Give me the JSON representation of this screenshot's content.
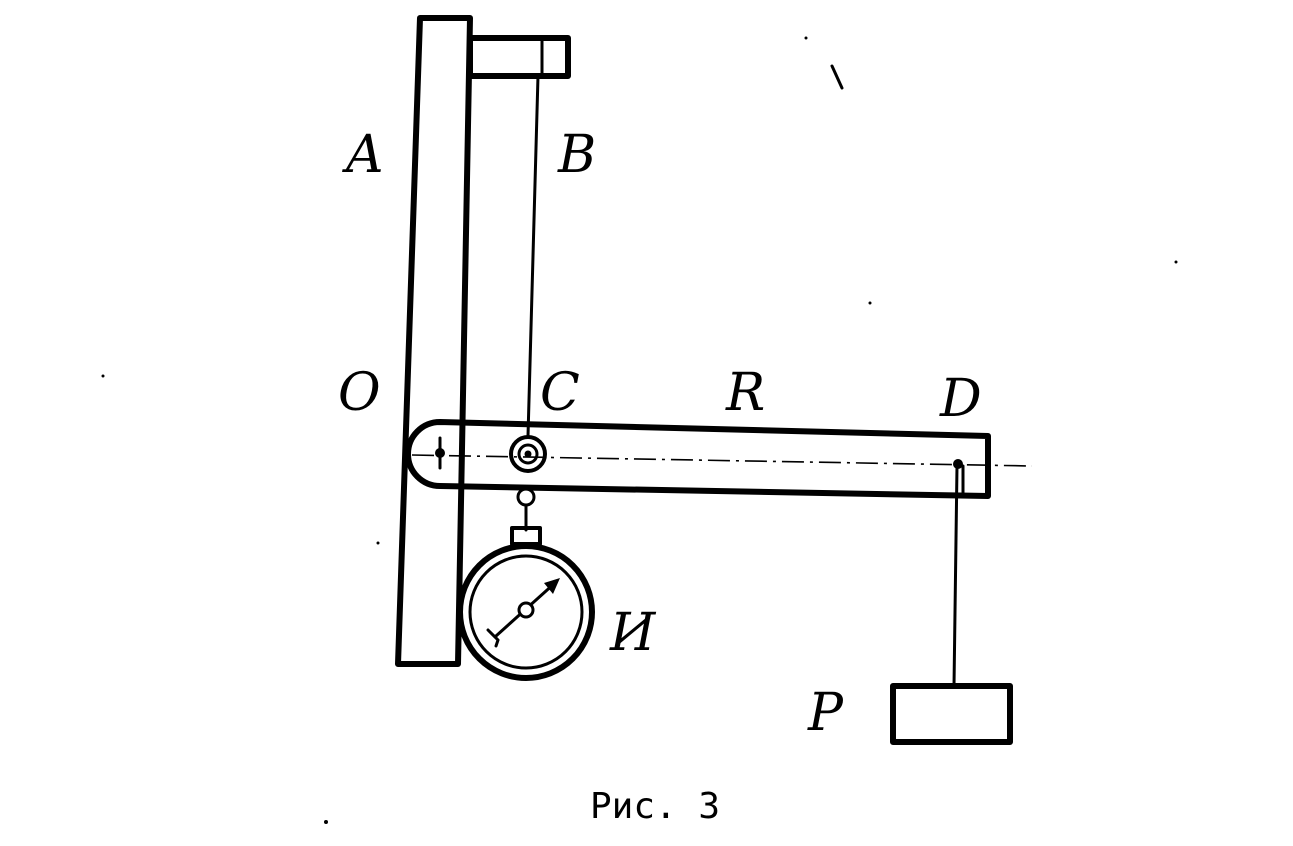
{
  "labels": {
    "a": "A",
    "b": "B",
    "o": "O",
    "c": "C",
    "r": "R",
    "d": "D",
    "i": "И",
    "p": "P"
  },
  "caption": "Рис. 3"
}
